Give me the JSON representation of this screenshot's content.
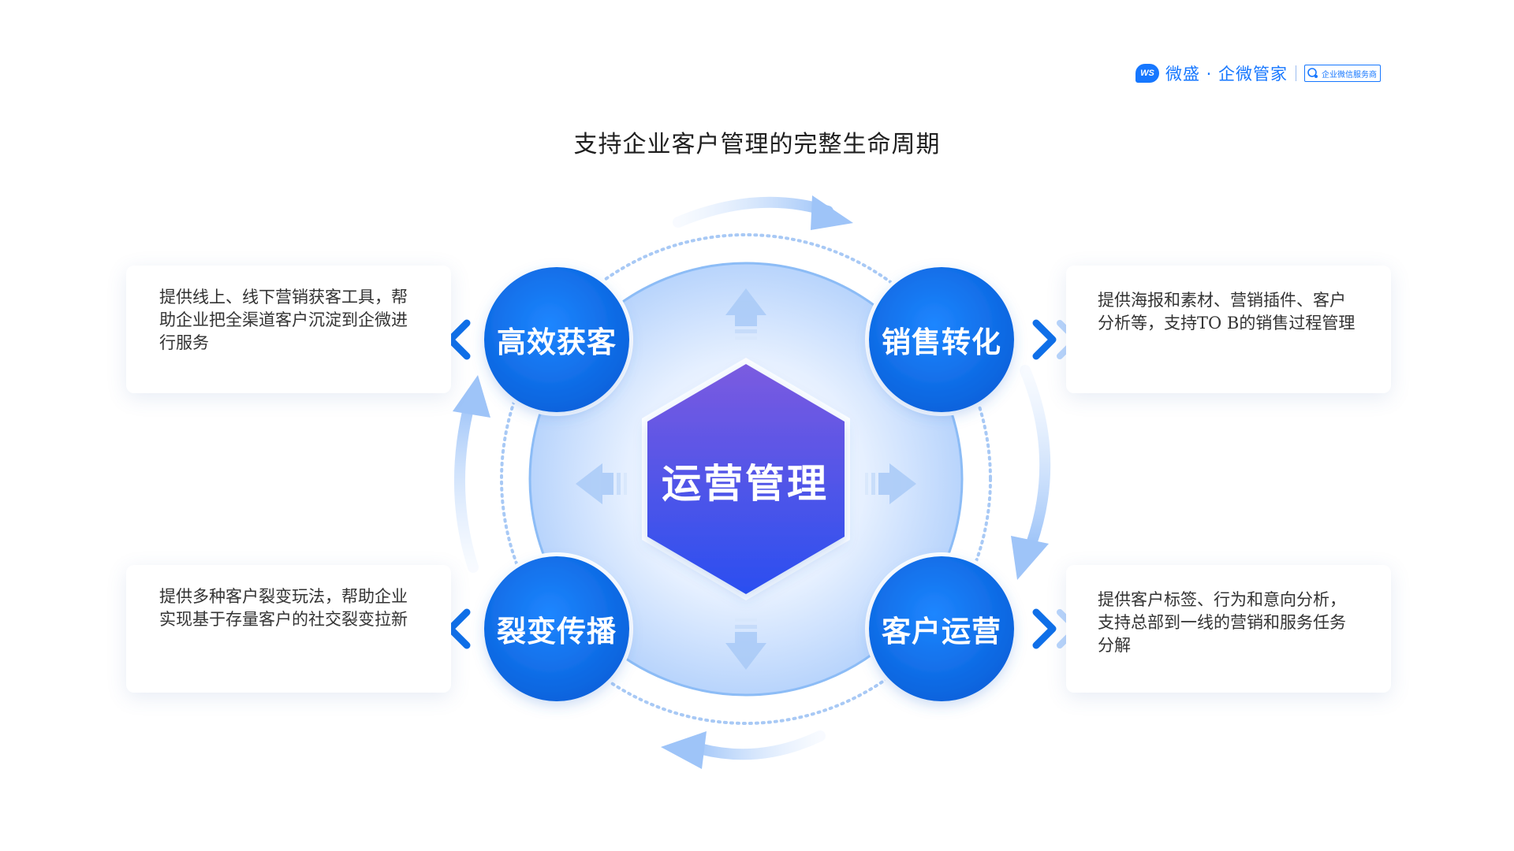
{
  "brand": {
    "logo_text": "WS",
    "name": "微盛 · 企微管家",
    "badge": "企业微信服务商"
  },
  "title": "支持企业客户管理的完整生命周期",
  "center": {
    "label": "运营管理"
  },
  "nodes": {
    "top_left": "高效获客",
    "top_right": "销售转化",
    "bottom_left": "裂变传播",
    "bottom_right": "客户运营"
  },
  "cards": {
    "top_left": "提供线上、线下营销获客工具，帮助企业把全渠道客户沉淀到企微进行服务",
    "top_right": "提供海报和素材、营销插件、客户分析等，支持TO B的销售过程管理",
    "bottom_left": "提供多种客户裂变玩法，帮助企业实现基于存量客户的社交裂变拉新",
    "bottom_right": "提供客户标签、行为和意向分析，支持总部到一线的营销和服务任务分解"
  },
  "colors": {
    "primary": "#1677ff",
    "node_blue": "#0f6fe8",
    "hexagon_top": "#7b5be0",
    "hexagon_bottom": "#2a4ff0",
    "circle_light": "#d4e6ff",
    "arrow_light": "#b7d3fb"
  }
}
